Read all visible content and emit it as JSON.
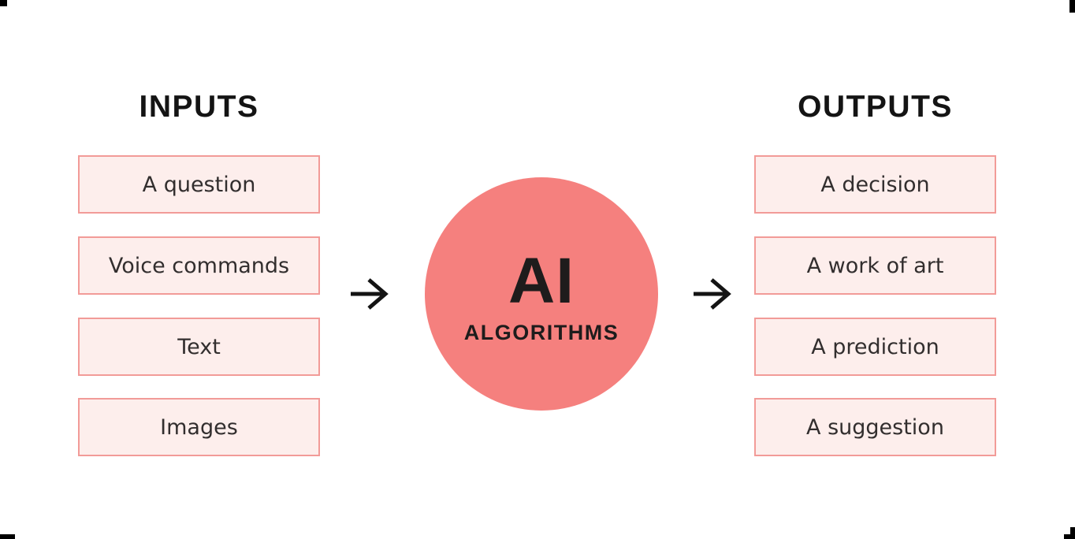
{
  "diagram": {
    "inputs": {
      "title": "INPUTS",
      "items": [
        "A question",
        "Voice commands",
        "Text",
        "Images"
      ]
    },
    "center": {
      "title": "AI",
      "subtitle": "ALGORITHMS"
    },
    "outputs": {
      "title": "OUTPUTS",
      "items": [
        "A decision",
        "A work of art",
        "A prediction",
        "A suggestion"
      ]
    },
    "icons": {
      "flow_arrow": "right-arrow"
    },
    "colors": {
      "background": "#ffffff",
      "circle_fill": "#f5807e",
      "box_fill": "#fdeeec",
      "box_border": "#f29b98",
      "heading_text": "#141414",
      "box_text": "#322e2e",
      "arrow": "#141414",
      "corner_marks": "#000000"
    }
  }
}
